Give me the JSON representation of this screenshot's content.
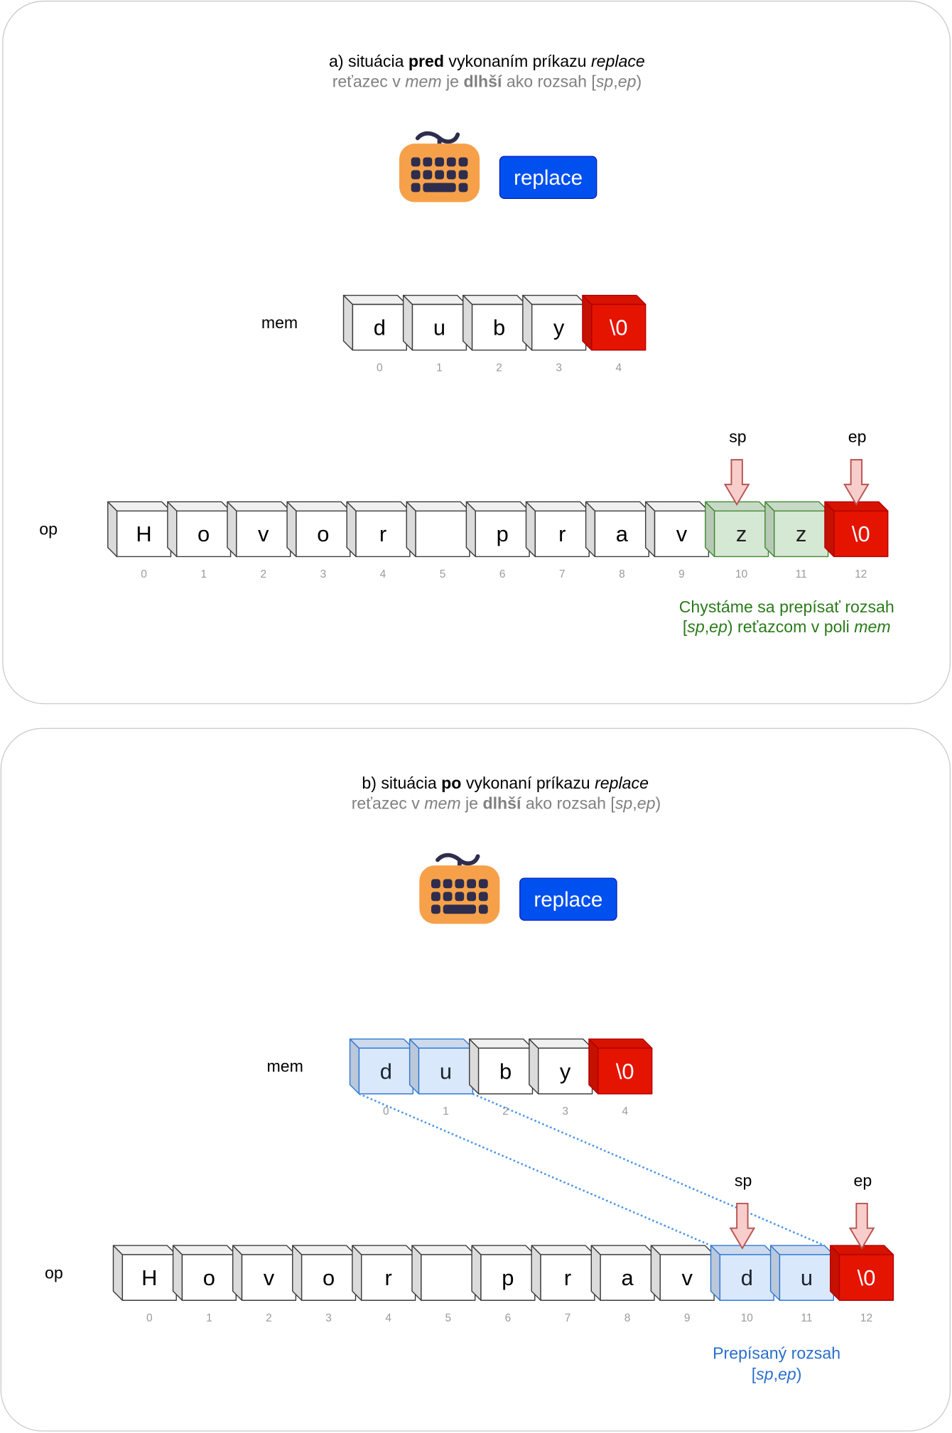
{
  "palette": {
    "white": {
      "fill": "#ffffff",
      "stroke": "#3c3c3c",
      "text": "#000000"
    },
    "green": {
      "fill": "#d5e8d4",
      "stroke": "#3f8a2e",
      "text": "#1f1f1f"
    },
    "red": {
      "fill": "#e51400",
      "stroke": "#b20000",
      "text": "#ffffff"
    },
    "blue": {
      "fill": "#dae8fc",
      "stroke": "#2f78d6",
      "text": "#1c2430"
    }
  },
  "colors": {
    "subtitle": "#808080",
    "index": "#9a9a9a",
    "pointer_fill": "#f8cecc",
    "pointer_stroke": "#b85450",
    "note_target": "#2a7a1a",
    "note_copied": "#2a6fcc",
    "copy_line": "#4a95e8",
    "button_fill": "#0050ef",
    "button_stroke": "#001dbc",
    "keyboard_body": "#f6a14a",
    "keyboard_keys": "#2e2d4d"
  },
  "panels": [
    {
      "title": {
        "prefix": "a) situácia ",
        "emph": "pred",
        "rest": " vykonaním príkazu ",
        "command": "replace"
      },
      "subtitle": {
        "p1": "reťazec v ",
        "mem": "mem",
        "p2": " je ",
        "emph": "dlhší",
        "p3": " ako rozsah [",
        "sp": "sp",
        "sep": ",",
        "ep": "ep",
        "p4": ")"
      },
      "icon": "keyboard-icon",
      "button": "replace",
      "mem": {
        "label": "mem",
        "cells": [
          {
            "value": "d",
            "index": 0,
            "color": "white"
          },
          {
            "value": "u",
            "index": 1,
            "color": "white"
          },
          {
            "value": "b",
            "index": 2,
            "color": "white"
          },
          {
            "value": "y",
            "index": 3,
            "color": "white"
          },
          {
            "value": "\\0",
            "index": 4,
            "color": "red"
          }
        ]
      },
      "op": {
        "label": "op",
        "cells": [
          {
            "value": "H",
            "index": 0,
            "color": "white"
          },
          {
            "value": "o",
            "index": 1,
            "color": "white"
          },
          {
            "value": "v",
            "index": 2,
            "color": "white"
          },
          {
            "value": "o",
            "index": 3,
            "color": "white"
          },
          {
            "value": "r",
            "index": 4,
            "color": "white"
          },
          {
            "value": "",
            "index": 5,
            "color": "white"
          },
          {
            "value": "p",
            "index": 6,
            "color": "white"
          },
          {
            "value": "r",
            "index": 7,
            "color": "white"
          },
          {
            "value": "a",
            "index": 8,
            "color": "white"
          },
          {
            "value": "v",
            "index": 9,
            "color": "white"
          },
          {
            "value": "z",
            "index": 10,
            "color": "green"
          },
          {
            "value": "z",
            "index": 11,
            "color": "green"
          },
          {
            "value": "\\0",
            "index": 12,
            "color": "red"
          }
        ]
      },
      "pointers": [
        {
          "label": "sp",
          "index": 10
        },
        {
          "label": "ep",
          "index": 12
        }
      ],
      "note": {
        "line1": "Chystáme sa prepísať rozsah",
        "open": "[",
        "sp": "sp",
        "sep": ",",
        "ep": "ep",
        "rest": ") reťazcom v poli ",
        "mem": "mem"
      }
    },
    {
      "title": {
        "prefix": "b) situácia ",
        "emph": "po",
        "rest": " vykonaní príkazu ",
        "command": "replace"
      },
      "subtitle": {
        "p1": "reťazec v ",
        "mem": "mem",
        "p2": " je ",
        "emph": "dlhší",
        "p3": " ako rozsah [",
        "sp": "sp",
        "sep": ",",
        "ep": "ep",
        "p4": ")"
      },
      "icon": "keyboard-icon",
      "button": "replace",
      "mem": {
        "label": "mem",
        "cells": [
          {
            "value": "d",
            "index": 0,
            "color": "blue"
          },
          {
            "value": "u",
            "index": 1,
            "color": "blue"
          },
          {
            "value": "b",
            "index": 2,
            "color": "white"
          },
          {
            "value": "y",
            "index": 3,
            "color": "white"
          },
          {
            "value": "\\0",
            "index": 4,
            "color": "red"
          }
        ]
      },
      "op": {
        "label": "op",
        "cells": [
          {
            "value": "H",
            "index": 0,
            "color": "white"
          },
          {
            "value": "o",
            "index": 1,
            "color": "white"
          },
          {
            "value": "v",
            "index": 2,
            "color": "white"
          },
          {
            "value": "o",
            "index": 3,
            "color": "white"
          },
          {
            "value": "r",
            "index": 4,
            "color": "white"
          },
          {
            "value": "",
            "index": 5,
            "color": "white"
          },
          {
            "value": "p",
            "index": 6,
            "color": "white"
          },
          {
            "value": "r",
            "index": 7,
            "color": "white"
          },
          {
            "value": "a",
            "index": 8,
            "color": "white"
          },
          {
            "value": "v",
            "index": 9,
            "color": "white"
          },
          {
            "value": "d",
            "index": 10,
            "color": "blue"
          },
          {
            "value": "u",
            "index": 11,
            "color": "blue"
          },
          {
            "value": "\\0",
            "index": 12,
            "color": "red"
          }
        ]
      },
      "pointers": [
        {
          "label": "sp",
          "index": 10
        },
        {
          "label": "ep",
          "index": 12
        }
      ],
      "copied": {
        "from": [
          0,
          1
        ],
        "to": [
          10,
          11
        ]
      },
      "note": {
        "line1": "Prepísaný rozsah",
        "open": "[",
        "sp": "sp",
        "sep": ",",
        "ep": "ep",
        "rest": ")"
      }
    }
  ]
}
